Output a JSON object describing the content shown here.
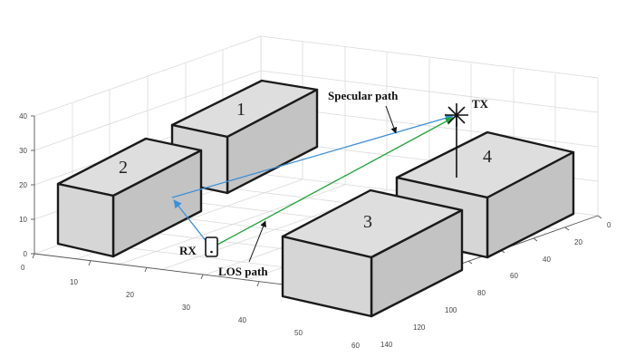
{
  "colors": {
    "background": "#ffffff",
    "grid": "#dadada",
    "axis": "#555555",
    "box_front": "#d6d6d6",
    "box_side": "#c3c3c3",
    "box_top": "#dedede",
    "box_edge": "#1a1a1a",
    "los_path": "#22a33a",
    "specular_path": "#3d8fd6",
    "annotation": "#111111"
  },
  "axes": {
    "z_ticks": [
      "0",
      "10",
      "20",
      "30",
      "40"
    ],
    "x_ticks": [
      "0",
      "10",
      "20",
      "30",
      "40",
      "50",
      "60"
    ],
    "y_ticks": [
      "0",
      "20",
      "40",
      "60",
      "80",
      "100",
      "120",
      "140"
    ]
  },
  "buildings": [
    {
      "label": "1"
    },
    {
      "label": "2"
    },
    {
      "label": "3"
    },
    {
      "label": "4"
    }
  ],
  "nodes": {
    "tx": {
      "label": "TX",
      "icon": "star-antenna-icon"
    },
    "rx": {
      "label": "RX",
      "icon": "phone-icon"
    }
  },
  "paths": {
    "specular": {
      "label": "Specular path"
    },
    "los": {
      "label": "LOS path"
    }
  }
}
